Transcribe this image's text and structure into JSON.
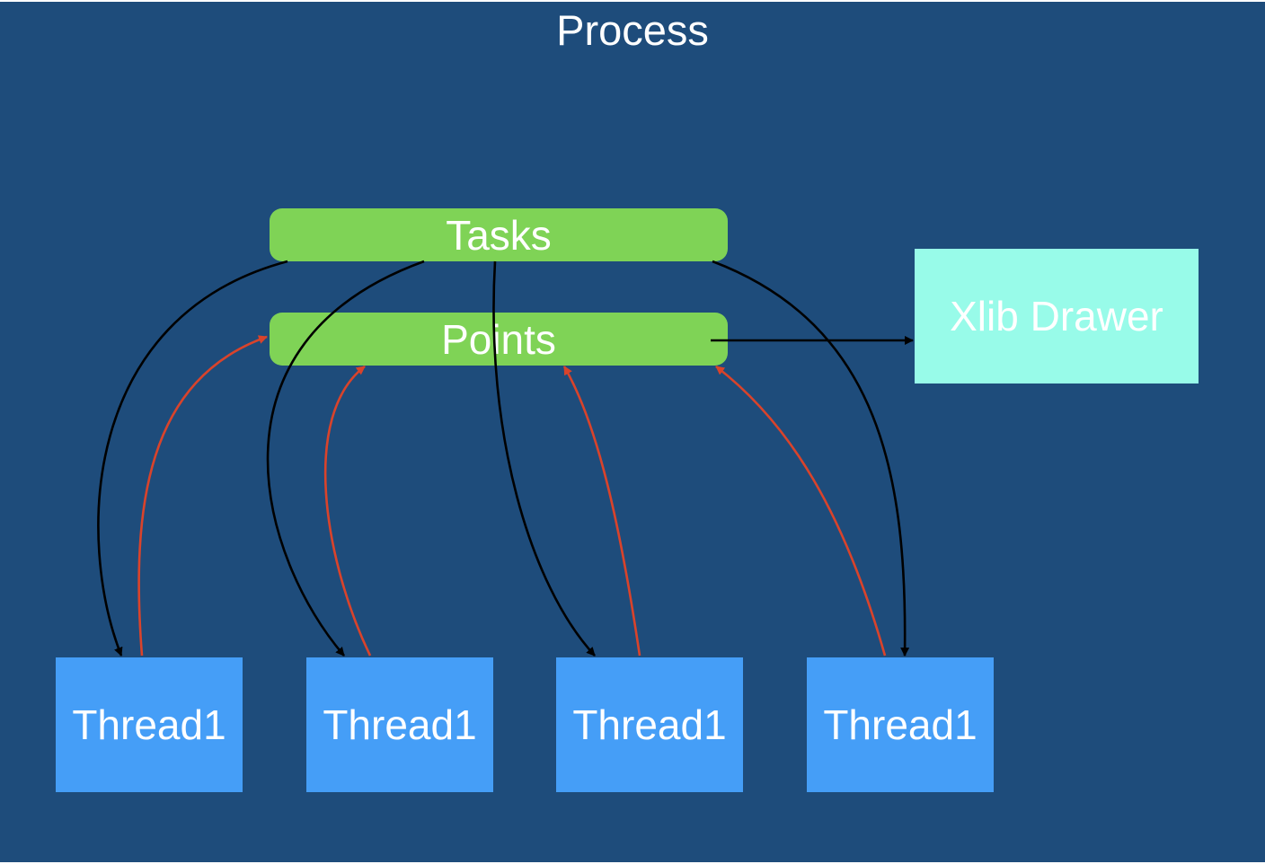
{
  "diagram": {
    "title": "Process",
    "nodes": {
      "tasks": "Tasks",
      "points": "Points",
      "drawer": "Xlib Drawer",
      "threads": [
        "Thread1",
        "Thread1",
        "Thread1",
        "Thread1"
      ]
    },
    "edges": [
      {
        "from": "Tasks",
        "to": "Thread1 #1",
        "color": "#000000"
      },
      {
        "from": "Tasks",
        "to": "Thread1 #2",
        "color": "#000000"
      },
      {
        "from": "Tasks",
        "to": "Thread1 #3",
        "color": "#000000"
      },
      {
        "from": "Tasks",
        "to": "Thread1 #4",
        "color": "#000000"
      },
      {
        "from": "Thread1 #1",
        "to": "Points",
        "color": "#d9432b"
      },
      {
        "from": "Thread1 #2",
        "to": "Points",
        "color": "#d9432b"
      },
      {
        "from": "Thread1 #3",
        "to": "Points",
        "color": "#d9432b"
      },
      {
        "from": "Thread1 #4",
        "to": "Points",
        "color": "#d9432b"
      },
      {
        "from": "Points",
        "to": "Xlib Drawer",
        "color": "#000000"
      }
    ],
    "colors": {
      "background": "#1e4c7b",
      "store": "#7fd356",
      "drawer": "#98fbe9",
      "thread": "#459ef7",
      "task_arrow": "#000000",
      "result_arrow": "#d9432b"
    }
  }
}
